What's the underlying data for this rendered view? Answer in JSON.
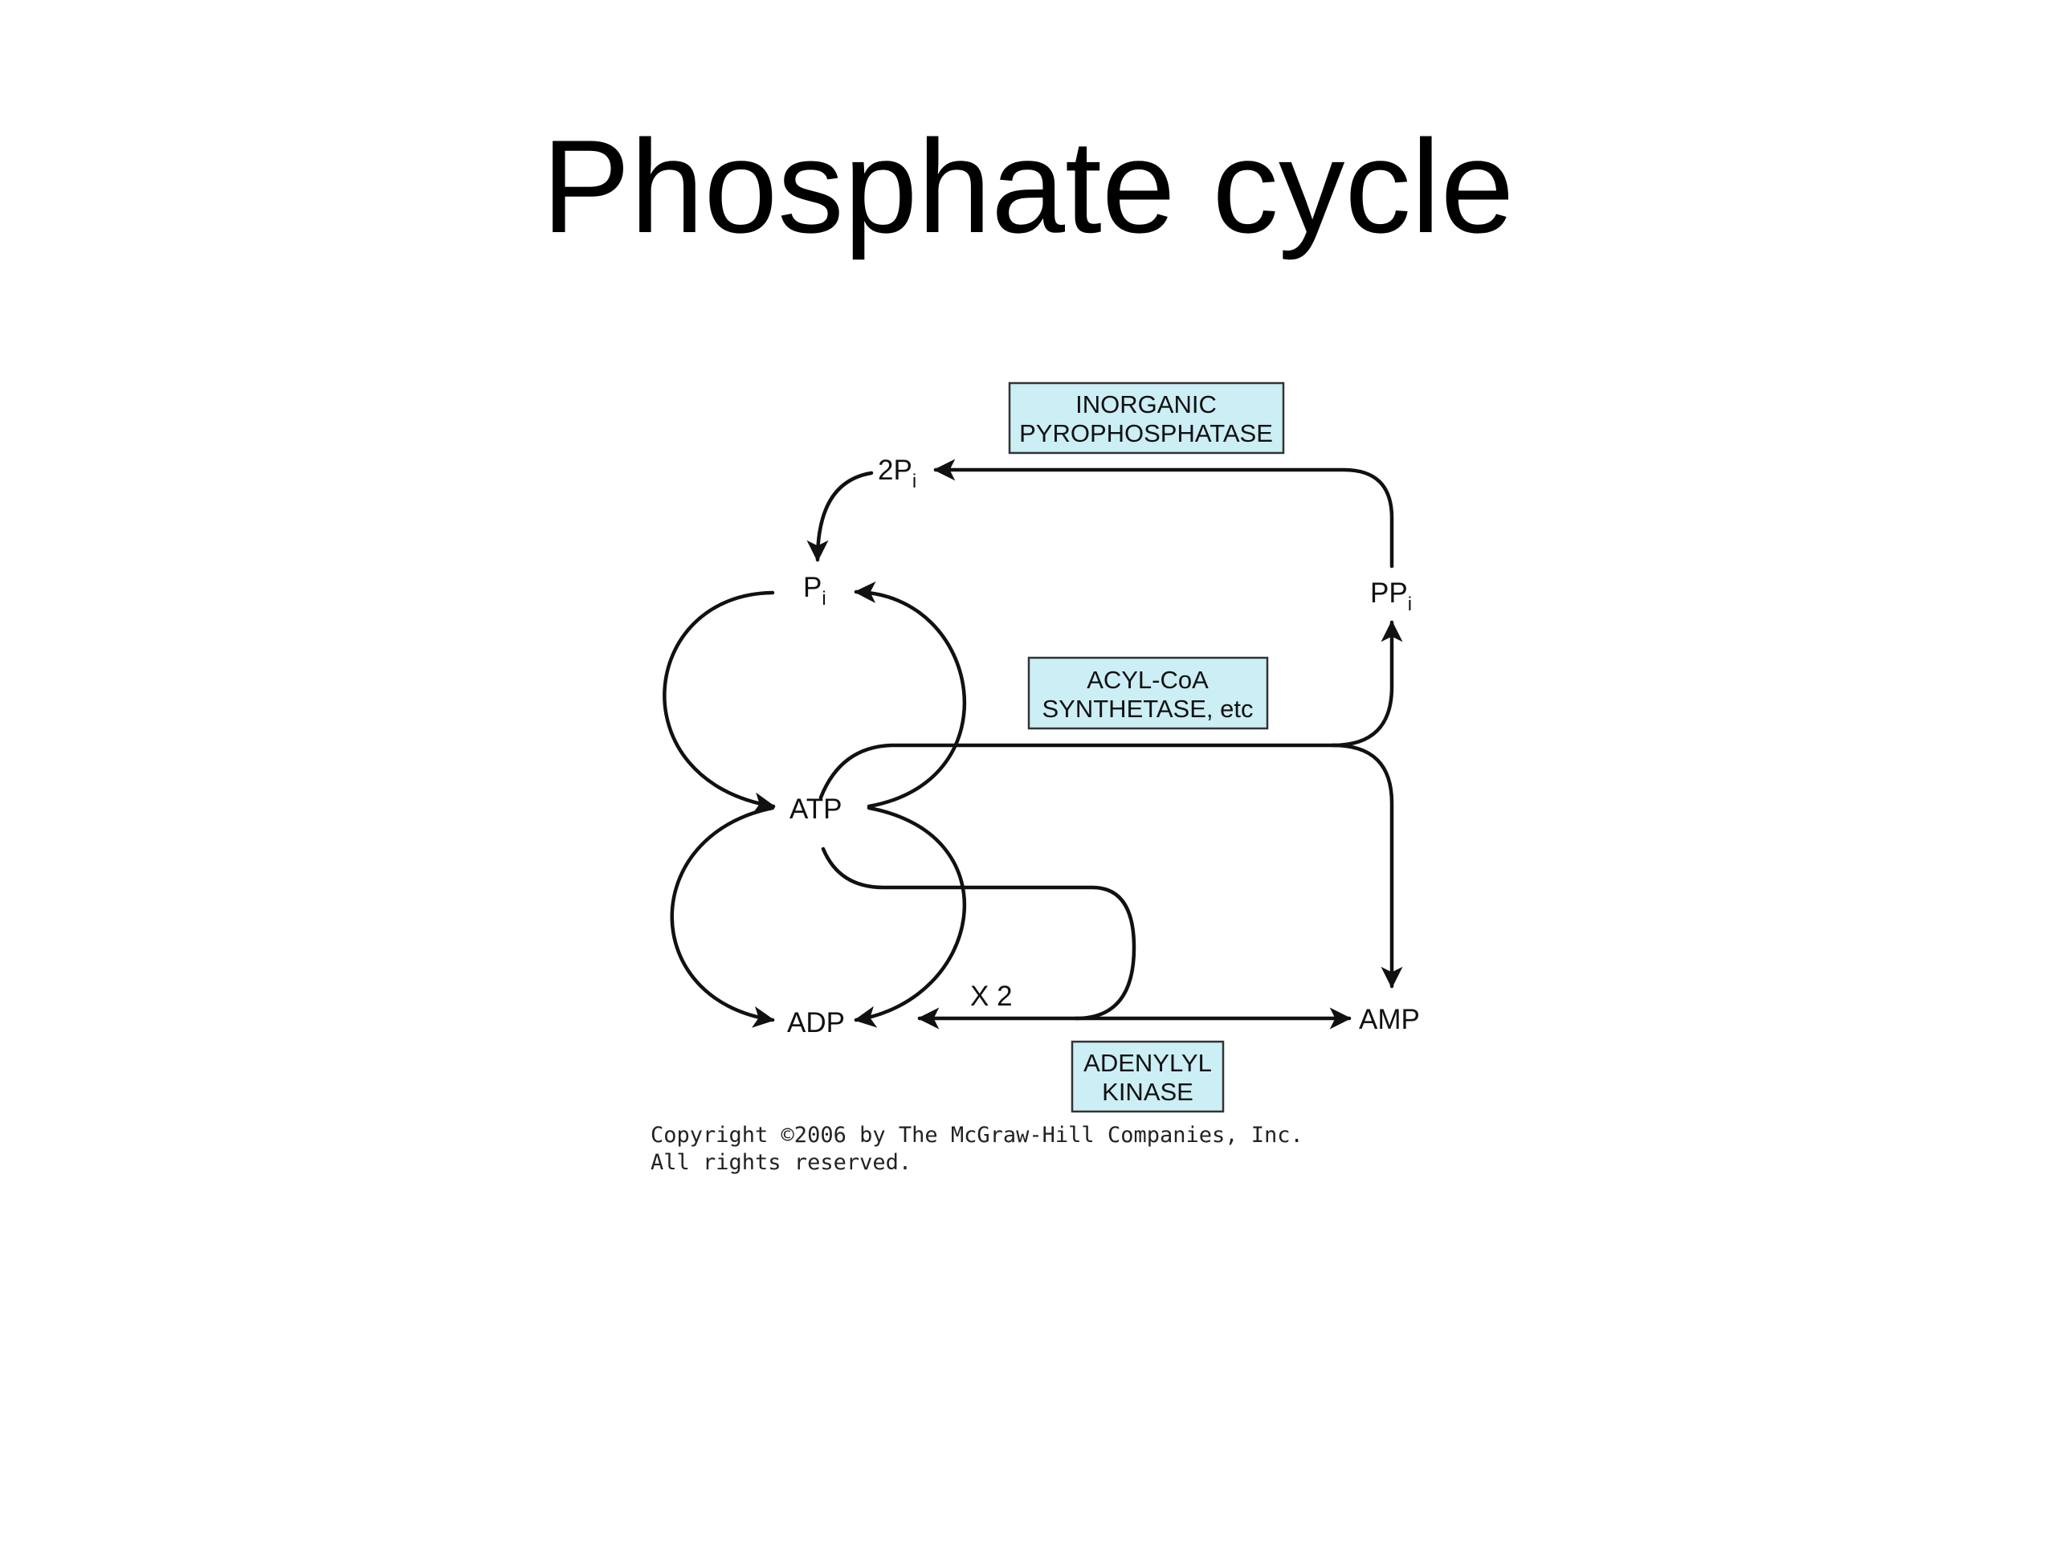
{
  "title": "Phosphate cycle",
  "colors": {
    "enzyme_fill": "#cceef5",
    "enzyme_border": "#333333",
    "line": "#111111"
  },
  "nodes": {
    "two_pi": {
      "main": "2P",
      "sub": "i"
    },
    "pi": {
      "main": "P",
      "sub": "i"
    },
    "ppi": {
      "main": "PP",
      "sub": "i"
    },
    "atp": "ATP",
    "adp": "ADP",
    "amp": "AMP",
    "multiplier": "X 2"
  },
  "enzymes": {
    "pyrophosphatase": [
      "INORGANIC",
      "PYROPHOSPHATASE"
    ],
    "acyl_coa": [
      "ACYL-CoA",
      "SYNTHETASE, etc"
    ],
    "adenylyl": [
      "ADENYLYL",
      "KINASE"
    ]
  },
  "copyright": [
    "Copyright ©2006 by The McGraw-Hill Companies, Inc.",
    "All rights reserved."
  ]
}
